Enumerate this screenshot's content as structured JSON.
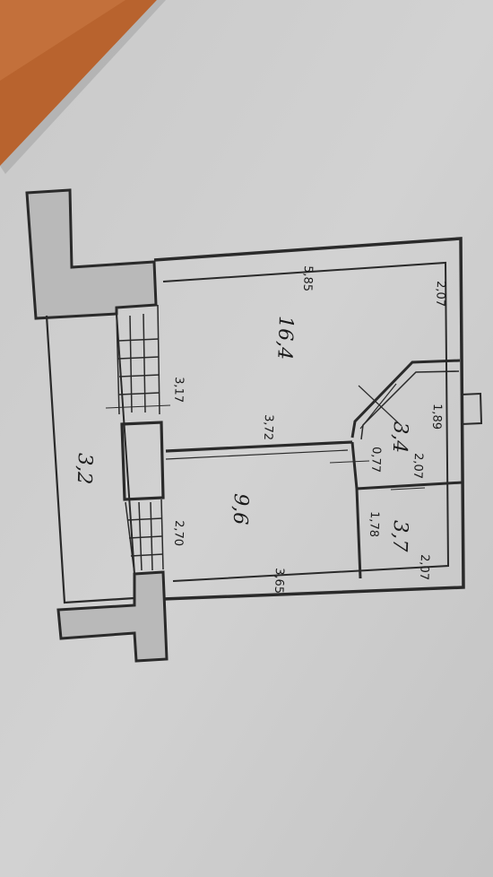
{
  "plan": {
    "balcony": {
      "area": "3,2"
    },
    "room_large": {
      "area": "16,4",
      "length": "5,85",
      "width": "3,17"
    },
    "room_small": {
      "area": "9,6",
      "length": "3,65",
      "width": "2,70"
    },
    "partition": {
      "length": "3,72"
    },
    "bathroom": {
      "area": "3,4",
      "width": "1,89",
      "depth": "2,07",
      "door": "0,77"
    },
    "toilet": {
      "area": "3,7",
      "width": "1,78",
      "depth": "2,07"
    },
    "corridor": {
      "width": "2,07"
    }
  },
  "colors": {
    "table": "#b8632e",
    "paper": "#cfcfcf",
    "ink": "#2a2a2a"
  }
}
